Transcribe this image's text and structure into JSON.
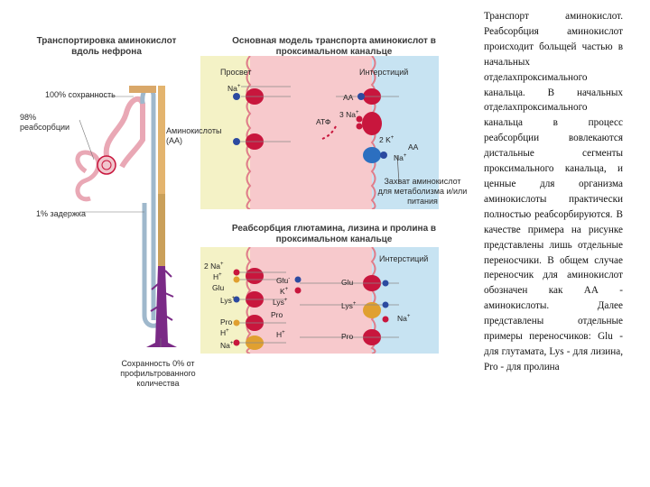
{
  "left_panel": {
    "title": "Транспортировка аминокислот вдоль нефрона",
    "label_100": "100% сохранность",
    "label_98": "98% реабсорбции",
    "label_1": "1% задержка",
    "label_0": "Сохранность 0% от профильтрованного количества"
  },
  "top_panel": {
    "title": "Основная модель транспорта аминокислот в проксимальном канальце",
    "lumen_label": "Просвет",
    "interstitium_label": "Интерстиций",
    "amino_label": "Аминокислоты (АА)",
    "atp_label": "АТФ",
    "na3_label": "3 Na",
    "k2_label": "2 K",
    "aa_label": "АА",
    "na_label": "Na",
    "capture_label": "Захват аминокислот для метаболизма и/или питания"
  },
  "bottom_panel": {
    "title": "Реабсорбция глютамина, лизина и пролина в проксимальном канальце",
    "interstitium_label": "Интерстиций",
    "na2": "2 Na",
    "h": "H",
    "glu": "Glu",
    "lys": "Lys",
    "pro": "Pro",
    "na": "Na",
    "k": "K"
  },
  "paragraph": "Транспорт аминокислот. Реабсорбция аминокислот происходит больщей частью в начальных отделахпроксимального канальца. В начальных отделахпроксимального канальца в процесс реабсорбции вовлекаются дистальные сегменты проксимального канальца, и ценные для организма аминокислоты практически полностью реабсорбируются. В качестве примера на рисунке представлены лишь отдельные переносчики. В общем случае переносчик для аминокислот обозначен как АА - аминокислоты. Далее представлены отдельные примеры переносчиков: Glu - для глутамата, Lys - для лизина, Pro - для пролина",
  "colors": {
    "lumen": "#f4f2c6",
    "interstitium": "#c7e3f2",
    "cell": "#f7c9cc",
    "membrane": "#e07d8a",
    "transporter": "#c8163d",
    "purple": "#7a2a86",
    "orange": "#e0a030"
  }
}
